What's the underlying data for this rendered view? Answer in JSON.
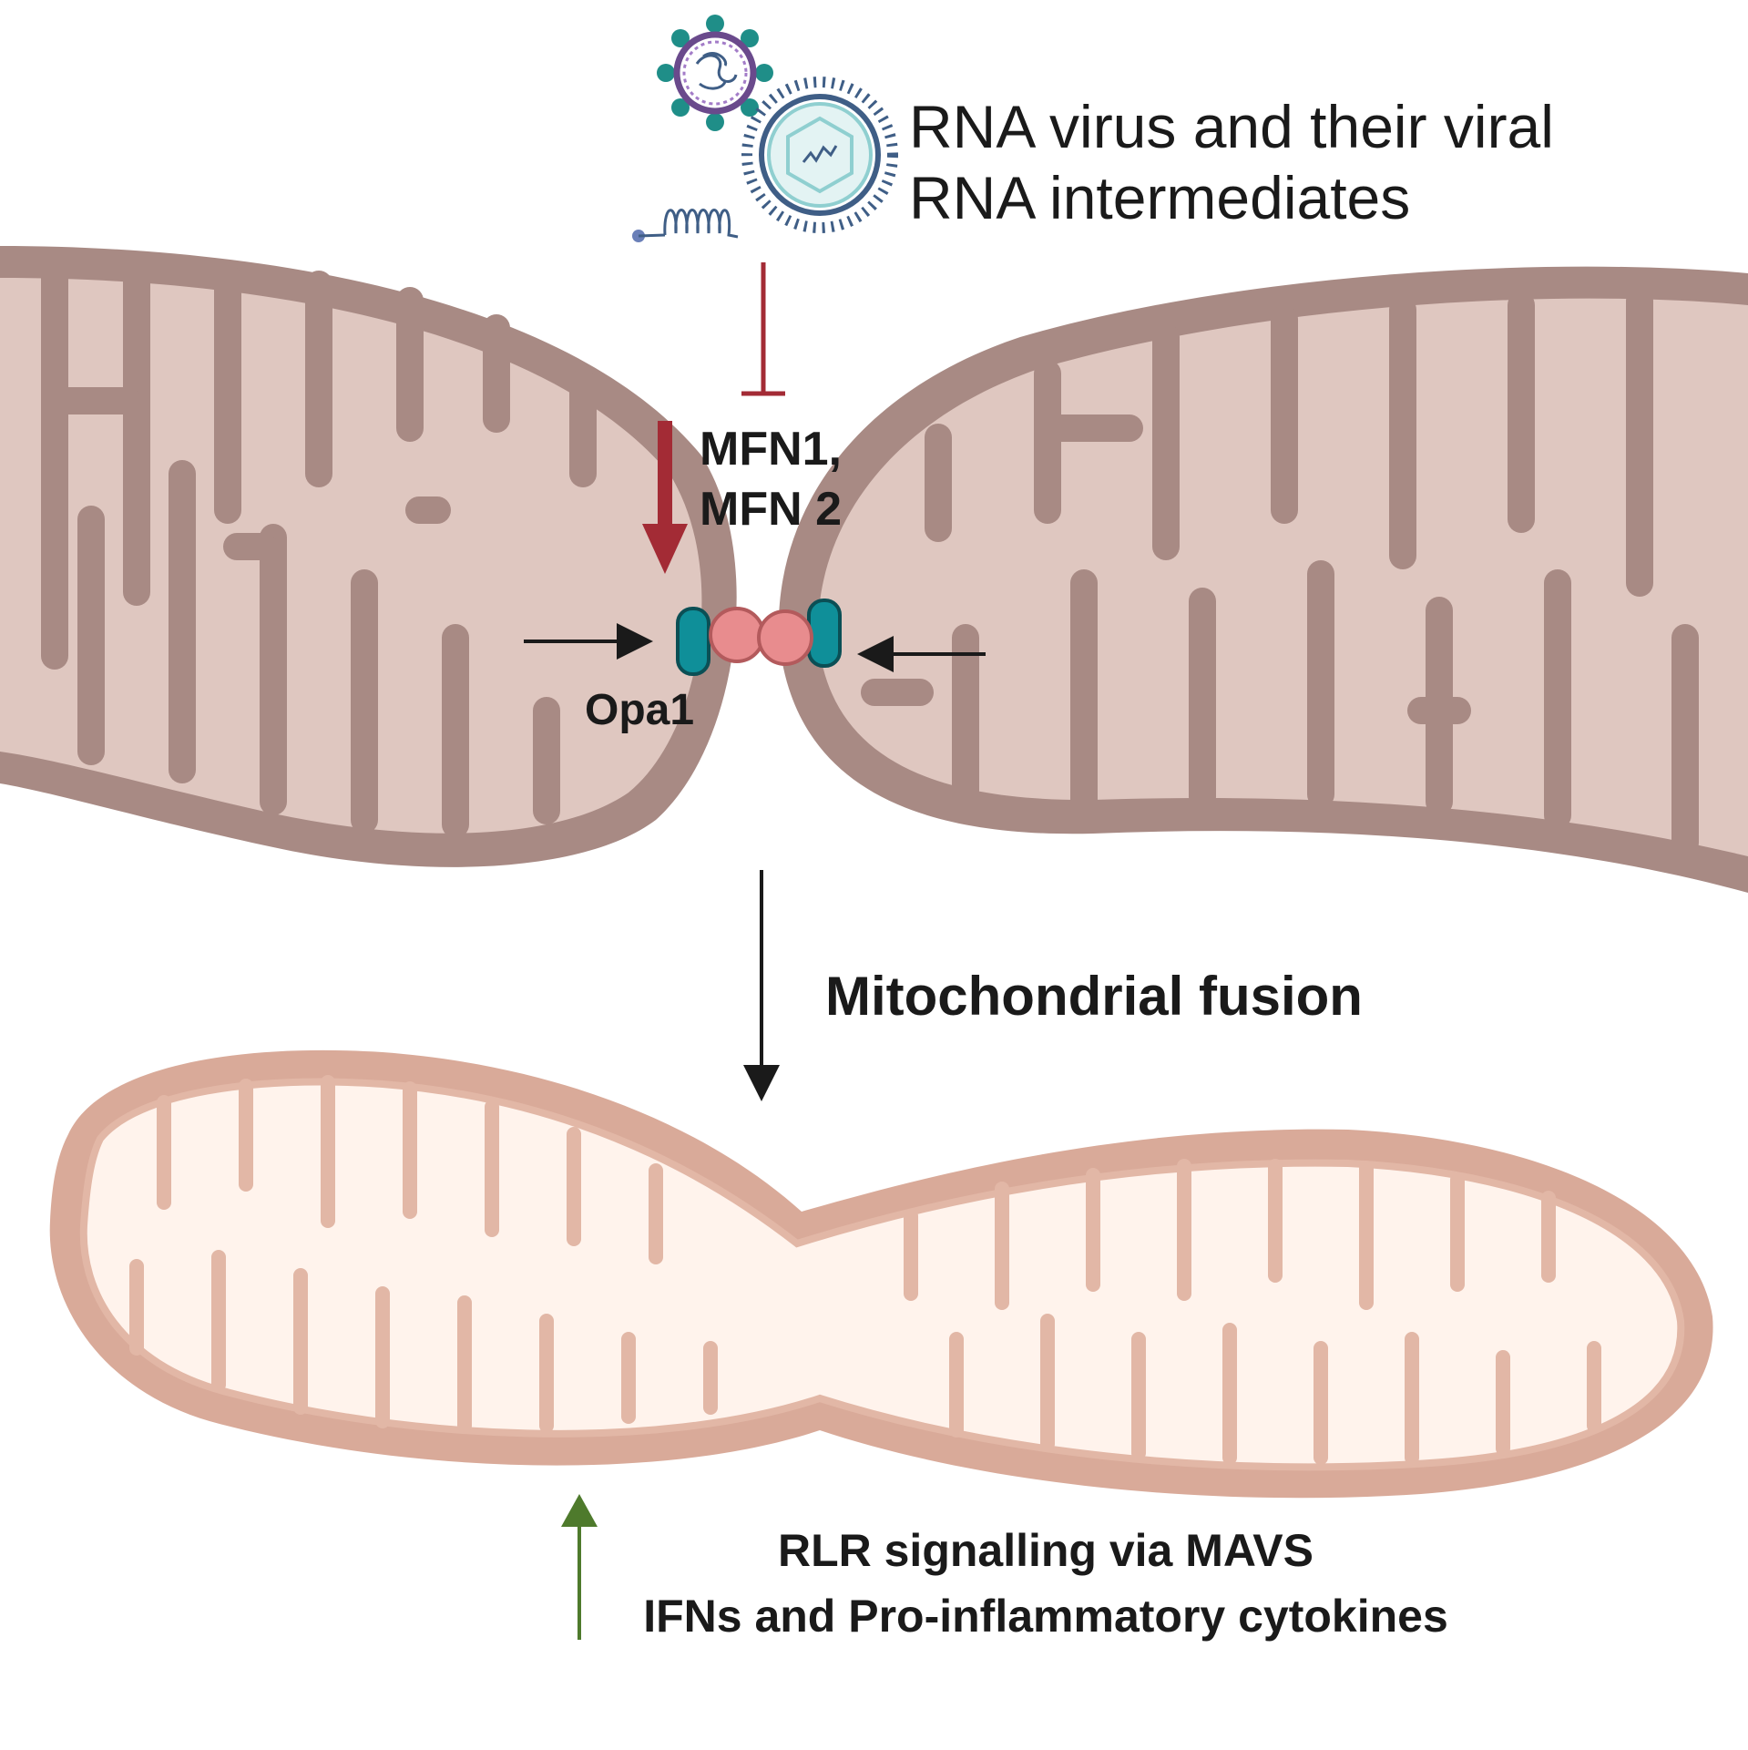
{
  "virus": {
    "label_line1": "RNA virus and their viral",
    "label_line2": "RNA intermediates",
    "icons": [
      "coronavirus-icon",
      "enveloped-virus-icon",
      "rna-strand-icon"
    ]
  },
  "regulators": {
    "line1": "MFN1,",
    "line2": "MFN 2"
  },
  "opa_label": "Opa1",
  "process_label": "Mitochondrial fusion",
  "outcome": {
    "line1": "RLR signalling via MAVS",
    "line2": "IFNs and Pro-inflammatory cytokines"
  },
  "colors": {
    "outer_membrane": "#a88a84",
    "matrix": "#dfc7c0",
    "fused_outer": "#d9aa99",
    "fused_inner": "#fff3ec",
    "inhibit_arrow": "#a32b35",
    "opa1_protein": "#0f8f99",
    "mfn_protein": "#e88c8e",
    "up_arrow": "#4e7a2c",
    "virus_teal": "#1f8e88",
    "virus_purple": "#6a4a8c",
    "virus_blue": "#3f5e86"
  }
}
